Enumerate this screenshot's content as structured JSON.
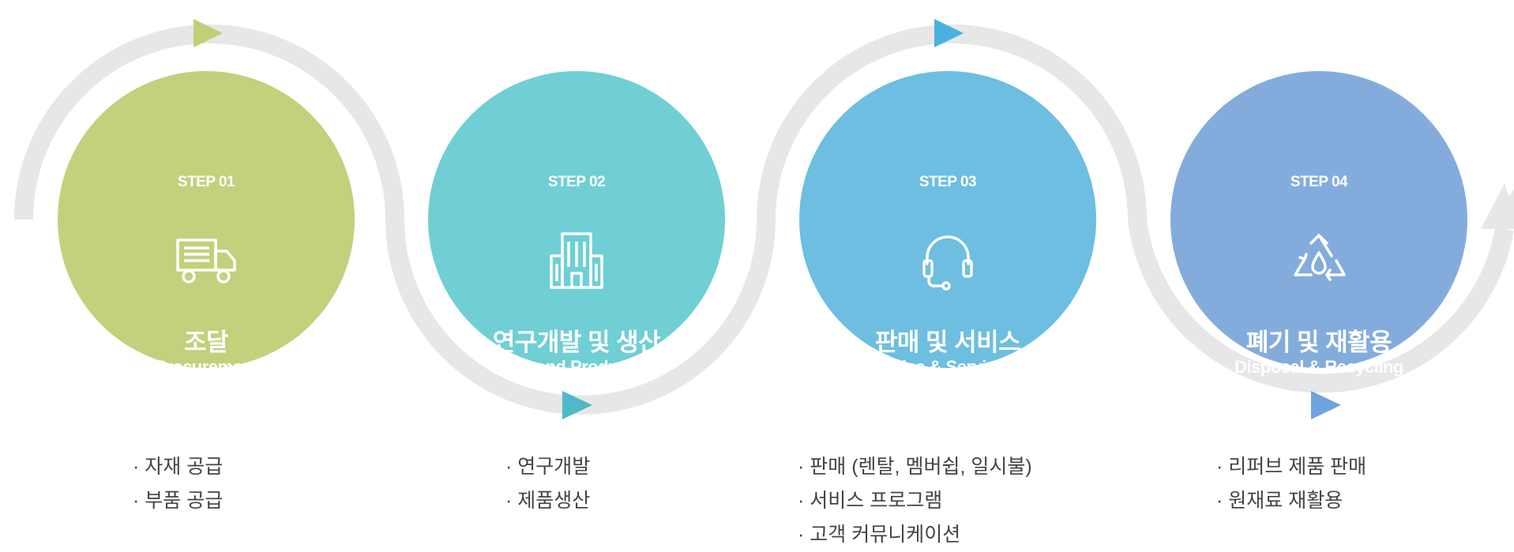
{
  "colors": {
    "track": "#e7e7e7",
    "text": "#444444",
    "step1": "#c3d07c",
    "step2": "#6fcfd5",
    "step3": "#6dbee0",
    "step4": "#83acdc",
    "arrow1": "#c0d074",
    "arrow2": "#4fb9c9",
    "arrow3": "#4ab2df",
    "arrow4": "#6ea3df"
  },
  "steps": [
    {
      "label": "STEP 01",
      "icon": "truck-icon",
      "title_ko": "조달",
      "title_en": "Procurement",
      "items": [
        "자재 공급",
        "부품 공급"
      ]
    },
    {
      "label": "STEP 02",
      "icon": "building-icon",
      "title_ko": "연구개발 및 생산",
      "title_en": "R&D and Production",
      "items": [
        "연구개발",
        "제품생산"
      ]
    },
    {
      "label": "STEP 03",
      "icon": "headset-icon",
      "title_ko": "판매 및 서비스",
      "title_en": "Sales & Services",
      "items": [
        "판매 (렌탈, 멤버쉽, 일시불)",
        "서비스 프로그램",
        "고객 커뮤니케이션"
      ]
    },
    {
      "label": "STEP 04",
      "icon": "recycle-icon",
      "title_ko": "폐기 및 재활용",
      "title_en": "Disposal & Recycling",
      "items": [
        "리퍼브 제품 판매",
        "원재료 재활용"
      ]
    }
  ]
}
